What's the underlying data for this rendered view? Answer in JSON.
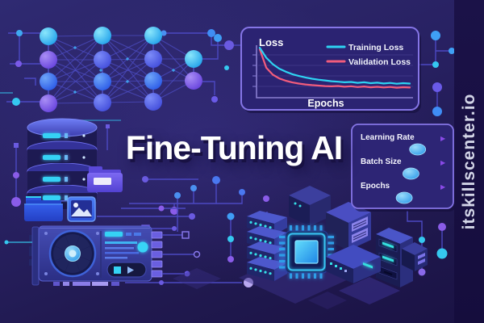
{
  "title": {
    "text": "Fine-Tuning AI"
  },
  "brand": {
    "watermark_text": "itskillscenter.io"
  },
  "loss_chart": {
    "ylabel": "Loss",
    "xlabel": "Epochs",
    "legend": [
      {
        "label": "Training Loss",
        "color": "#2ed3f2"
      },
      {
        "label": "Validation Loss",
        "color": "#f25c7c"
      }
    ]
  },
  "chart_data": {
    "type": "line",
    "title": "",
    "xlabel": "Epochs",
    "ylabel": "Loss",
    "axis_tick_labels_visible": false,
    "grid": true,
    "legend_position": "top-right",
    "ylim": [
      0,
      1.05
    ],
    "x": [
      1,
      2,
      3,
      4,
      5,
      6,
      7,
      8,
      9,
      10,
      11,
      12,
      13,
      14,
      15,
      16,
      17,
      18,
      19,
      20,
      21,
      22,
      23,
      24
    ],
    "series": [
      {
        "name": "Training Loss",
        "color": "#2ed3f2",
        "values": [
          1.0,
          0.8,
          0.67,
          0.58,
          0.52,
          0.47,
          0.435,
          0.405,
          0.38,
          0.36,
          0.345,
          0.33,
          0.32,
          0.308,
          0.315,
          0.298,
          0.308,
          0.29,
          0.3,
          0.285,
          0.295,
          0.28,
          0.29,
          0.282
        ]
      },
      {
        "name": "Validation Loss",
        "color": "#f25c7c",
        "values": [
          0.97,
          0.6,
          0.46,
          0.385,
          0.34,
          0.305,
          0.282,
          0.265,
          0.252,
          0.242,
          0.233,
          0.227,
          0.235,
          0.22,
          0.23,
          0.214,
          0.224,
          0.208,
          0.218,
          0.205,
          0.215,
          0.2,
          0.21,
          0.203
        ]
      }
    ]
  },
  "controls": {
    "arrow_icon": "▶",
    "sliders": [
      {
        "label": "Learning Rate",
        "value_pct": 68
      },
      {
        "label": "Batch Size",
        "value_pct": 60
      },
      {
        "label": "Epochs",
        "value_pct": 52
      }
    ]
  },
  "colors": {
    "background_top": "#2f2a72",
    "background_bottom": "#1a1244",
    "panel_fill": "#2b2372",
    "panel_border": "#8575e6",
    "accent_cyan": "#2ed3f2",
    "accent_pink": "#f25c7c",
    "accent_purple": "#8a5cf0",
    "accent_blue": "#3f8df5",
    "title_color": "#ffffff",
    "watermark_band": "#1a1147",
    "watermark_text_color": "#d3d5e7"
  }
}
